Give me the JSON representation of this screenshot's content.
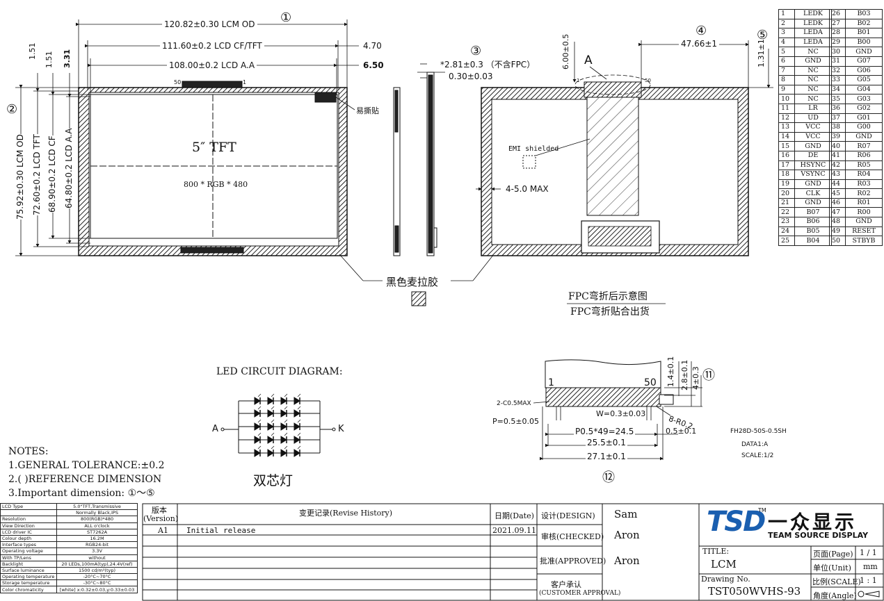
{
  "drawing": {
    "callouts": [
      "①",
      "②",
      "③",
      "④",
      "⑤",
      "⑪",
      "⑫"
    ],
    "dims": {
      "lcm_od_w": "120.82±0.30 LCM OD",
      "cf_tft_w": "111.60±0.2 LCD CF/TFT",
      "aa_w": "108.00±0.2 LCD A.A",
      "right_470": "4.70",
      "right_650": "6.50",
      "top_151a": "1.51",
      "top_151b": "1.51",
      "top_331": "3.31",
      "h_od": "75.92±0.30 LCM OD",
      "h_tft": "72.60±0.2 LCD TFT",
      "h_cf": "68.90±0.2 LCD CF",
      "h_aa": "64.80±0.2 LCD A.A",
      "thick": "*2.81±0.3 （不含FPC）",
      "thick2": "0.30±0.03",
      "fpc_600": "6.00±0.5",
      "fpc_4766": "47.66±1",
      "fpc_131": "1.31±1",
      "fpc_max": "4-5.0 MAX"
    },
    "labels": {
      "pin50": "50",
      "pin1": "1",
      "tear_tape": "易撕贴",
      "tft": "5″ TFT",
      "res": "800 * RGB * 480",
      "black_tape": "黑色麦拉胶",
      "emi": "EMI shielded",
      "detail_a": "A",
      "fpc_bend1": "FPC弯折后示意图",
      "fpc_bend2": "FPC弯折贴合出货"
    },
    "connector": {
      "h14": "1.4±0.1",
      "h28": "2.8±0.1",
      "h4": "4±0.3",
      "p1": "1",
      "p50": "50",
      "c05": "2-C0.5MAX",
      "w": "W=0.3±0.03",
      "p": "P=0.5±0.05",
      "r02": "8-R0.2",
      "p05": "P0.5*49=24.5",
      "d05": "0.5±0.1",
      "d255": "25.5±0.1",
      "d271": "27.1±0.1",
      "part": "FH28D-50S-0.5SH",
      "data": "DATA1:A",
      "scale": "SCALE:1/2"
    },
    "led": {
      "title": "LED CIRCUIT DIAGRAM:",
      "a": "A",
      "k": "K",
      "caption": "双芯灯"
    }
  },
  "notes": {
    "title": "NOTES:",
    "n1": "1.GENERAL TOLERANCE:±0.2",
    "n2": "2.(  )REFERENCE DIMENSION",
    "n3": "3.Important dimension: ①～⑤"
  },
  "spec": [
    [
      "LCD Type",
      "5.0\"TFT,Transmissive"
    ],
    [
      "",
      "Normally Black,IPS"
    ],
    [
      "Resolution",
      "800(RGB)*480"
    ],
    [
      "View Direction",
      "ALL o'clock"
    ],
    [
      "LCD driver IC",
      "ST7262A"
    ],
    [
      "Colour depth",
      "16.2M"
    ],
    [
      "Interface types",
      "RGB24-bit"
    ],
    [
      "Operating voltage",
      "3.3V"
    ],
    [
      "With TP/Lens",
      "without"
    ],
    [
      "Backlight",
      "20 LEDs,100mA(typ),24.4V(ref)"
    ],
    [
      "Surface luminance",
      "1500 cd/m²(typ)"
    ],
    [
      "Operating temperature",
      "-20°C~70°C"
    ],
    [
      "Storage temperature",
      "-30°C~80°C"
    ],
    [
      "Color chromaticity",
      "[white] x:0.32±0.03,y:0.33±0.03"
    ]
  ],
  "pins_left": [
    [
      "1",
      "LEDK"
    ],
    [
      "2",
      "LEDK"
    ],
    [
      "3",
      "LEDA"
    ],
    [
      "4",
      "LEDA"
    ],
    [
      "5",
      "NC"
    ],
    [
      "6",
      "GND"
    ],
    [
      "7",
      "NC"
    ],
    [
      "8",
      "NC"
    ],
    [
      "9",
      "NC"
    ],
    [
      "10",
      "NC"
    ],
    [
      "11",
      "LR"
    ],
    [
      "12",
      "UD"
    ],
    [
      "13",
      "VCC"
    ],
    [
      "14",
      "VCC"
    ],
    [
      "15",
      "GND"
    ],
    [
      "16",
      "DE"
    ],
    [
      "17",
      "HSYNC"
    ],
    [
      "18",
      "VSYNC"
    ],
    [
      "19",
      "GND"
    ],
    [
      "20",
      "CLK"
    ],
    [
      "21",
      "GND"
    ],
    [
      "22",
      "B07"
    ],
    [
      "23",
      "B06"
    ],
    [
      "24",
      "B05"
    ],
    [
      "25",
      "B04"
    ]
  ],
  "pins_right": [
    [
      "26",
      "B03"
    ],
    [
      "27",
      "B02"
    ],
    [
      "28",
      "B01"
    ],
    [
      "29",
      "B00"
    ],
    [
      "30",
      "GND"
    ],
    [
      "31",
      "G07"
    ],
    [
      "32",
      "G06"
    ],
    [
      "33",
      "G05"
    ],
    [
      "34",
      "G04"
    ],
    [
      "35",
      "G03"
    ],
    [
      "36",
      "G02"
    ],
    [
      "37",
      "G01"
    ],
    [
      "38",
      "G00"
    ],
    [
      "39",
      "GND"
    ],
    [
      "40",
      "R07"
    ],
    [
      "41",
      "R06"
    ],
    [
      "42",
      "R05"
    ],
    [
      "43",
      "R04"
    ],
    [
      "44",
      "R03"
    ],
    [
      "45",
      "R02"
    ],
    [
      "46",
      "R01"
    ],
    [
      "47",
      "R00"
    ],
    [
      "48",
      "GND"
    ],
    [
      "49",
      "RESET"
    ],
    [
      "50",
      "STBYB"
    ]
  ],
  "titleblock": {
    "version_h1": "版本",
    "version_h2": "(Version)",
    "revise_h": "变更记录(Revise History)",
    "date_h": "日期(Date)",
    "version": "A1",
    "revise": "Initial release",
    "date": "2021.09.11",
    "design_l": "设计(DESIGN)",
    "design_v": "Sam",
    "checked_l": "审核(CHECKED)",
    "checked_v": "Aron",
    "approved_l": "批准(APPROVED)",
    "approved_v": "Aron",
    "customer_l1": "客户承认",
    "customer_l2": "(CUSTOMER APPROVAL)",
    "logo": "TSD",
    "tm": "TM",
    "company_cn": "一众显示",
    "company_en": "TEAM SOURCE DISPLAY",
    "title_l": "TITLE:",
    "title_v": "LCM",
    "drawing_l": "Drawing No.",
    "drawing_v": "TST050WVHS-93",
    "page_l": "页面(Page)",
    "page_v": "1 / 1",
    "unit_l": "单位(Unit)",
    "unit_v": "mm",
    "scale_l": "比例(SCALE)",
    "scale_v": "1 : 1",
    "angle_l": "角度(Angle)"
  },
  "colors": {
    "logo": "#1a5fb0"
  }
}
